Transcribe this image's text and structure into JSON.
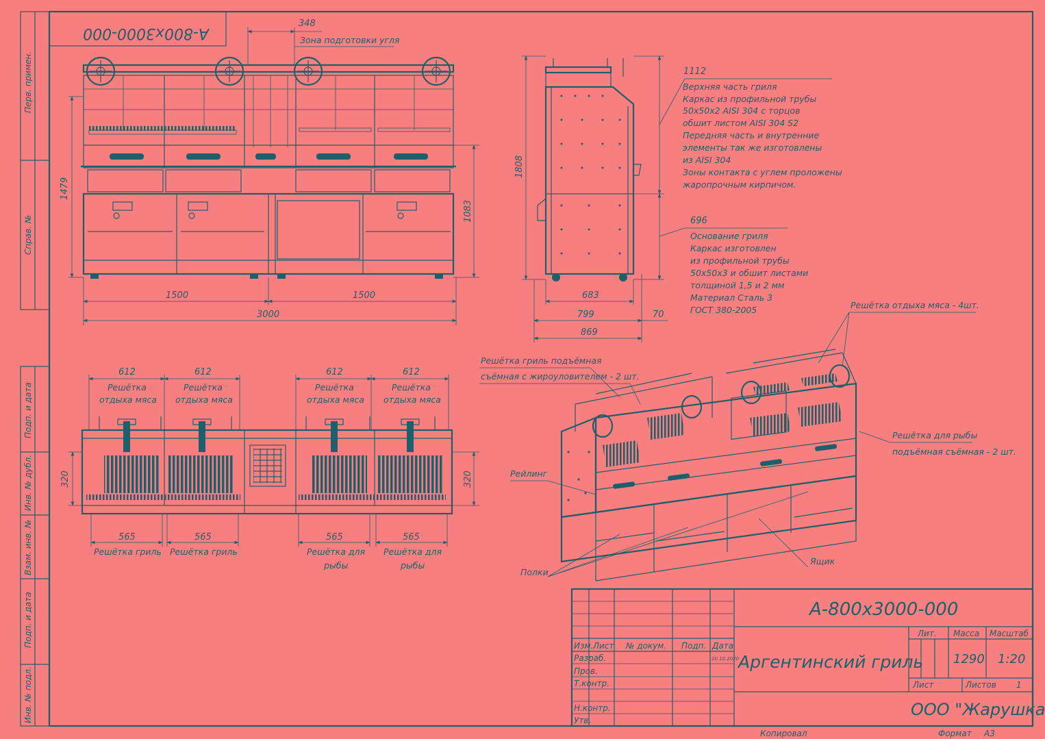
{
  "stamp": {
    "code": "А-800х3000-000"
  },
  "left_frame": {
    "perv_primen": "Перв. примен.",
    "sprav_no": "Справ. №",
    "podp_data_1": "Подп. и дата",
    "inv_dubl": "Инв. № дубл.",
    "vzam_inv": "Взам. инв. №",
    "podp_data_2": "Подп. и дата",
    "inv_podl": "Инв. № подл."
  },
  "front_view": {
    "zone_dim": "348",
    "zone_label": "Зона подготовки угля",
    "height_total": "1479",
    "height_lower": "1083",
    "width_half_left": "1500",
    "width_half_right": "1500",
    "width_total": "3000"
  },
  "side_view": {
    "height": "1808",
    "top_dim": "1112",
    "upper_note": [
      "Верхняя часть гриля",
      "Каркас из профильной трубы",
      "50х50х2 AISI 304 с торцов",
      "обшит листом AISI 304 S2",
      "Передняя часть и внутренние",
      "элементы так же изготовлены",
      "из AISI 304",
      "Зоны контакта с углем проложены",
      "жаропрочным кирпичом."
    ],
    "base_dim": "696",
    "base_note": [
      "Основание гриля",
      "Каркас изготовлен",
      "из профильной трубы",
      "50х50х3 и обшит листами",
      "толщиной 1,5 и 2 мм",
      "Материал Сталь 3",
      "ГОСТ 380-2005"
    ],
    "dim_683": "683",
    "dim_799": "799",
    "dim_70": "70",
    "dim_869": "869"
  },
  "top_view": {
    "dim_612": [
      "612",
      "612",
      "612",
      "612"
    ],
    "rest_label_1": [
      "Решётка",
      "отдыха мяса"
    ],
    "rest_label_2": [
      "Решётка",
      "отдыха мяса"
    ],
    "rest_label_3": [
      "Решётка",
      "отдыха мяса"
    ],
    "rest_label_4": [
      "Решётка",
      "отдыха мяса"
    ],
    "height_left": "320",
    "height_right": "320",
    "dim_565": [
      "565",
      "565",
      "565",
      "565"
    ],
    "grill_label_1": "Решётка гриль",
    "grill_label_2": "Решётка гриль",
    "fish_label_1": [
      "Решётка для",
      "рыбы"
    ],
    "fish_label_2": [
      "Решётка для",
      "рыбы"
    ]
  },
  "iso_view": {
    "rest_grates": "Решётка отдыха мяса - 4шт.",
    "lift_grate_1": "Решётка гриль подъёмная",
    "lift_grate_2": "съёмная с жироуловителем - 2 шт.",
    "fish_grate_1": "Решётка для рыбы",
    "fish_grate_2": "подъёмная съёмная - 2 шт.",
    "railing": "Рейлинг",
    "shelves": "Полки",
    "drawer": "Ящик"
  },
  "title_block": {
    "doc_code": "А-800х3000-000",
    "title": "Аргентинский гриль",
    "col_izm": "Изм.",
    "col_list": "Лист",
    "col_doc": "№ докум.",
    "col_podp": "Подп.",
    "col_data": "Дата",
    "row_razrab": "Разраб.",
    "row_prov": "Пров.",
    "row_tkontr": "Т.контр.",
    "row_nkontr": "Н.контр.",
    "row_utv": "Утв.",
    "date": "20.10.2020",
    "lit": "Лит.",
    "massa": "Масса",
    "masshtab": "Масштаб",
    "mass_value": "1290",
    "scale_value": "1:20",
    "sheet": "Лист",
    "sheets": "Листов",
    "sheets_value": "1",
    "company": "ООО \"Жарушка\"",
    "copied": "Копировал",
    "format": "Формат",
    "format_value": "А3"
  }
}
